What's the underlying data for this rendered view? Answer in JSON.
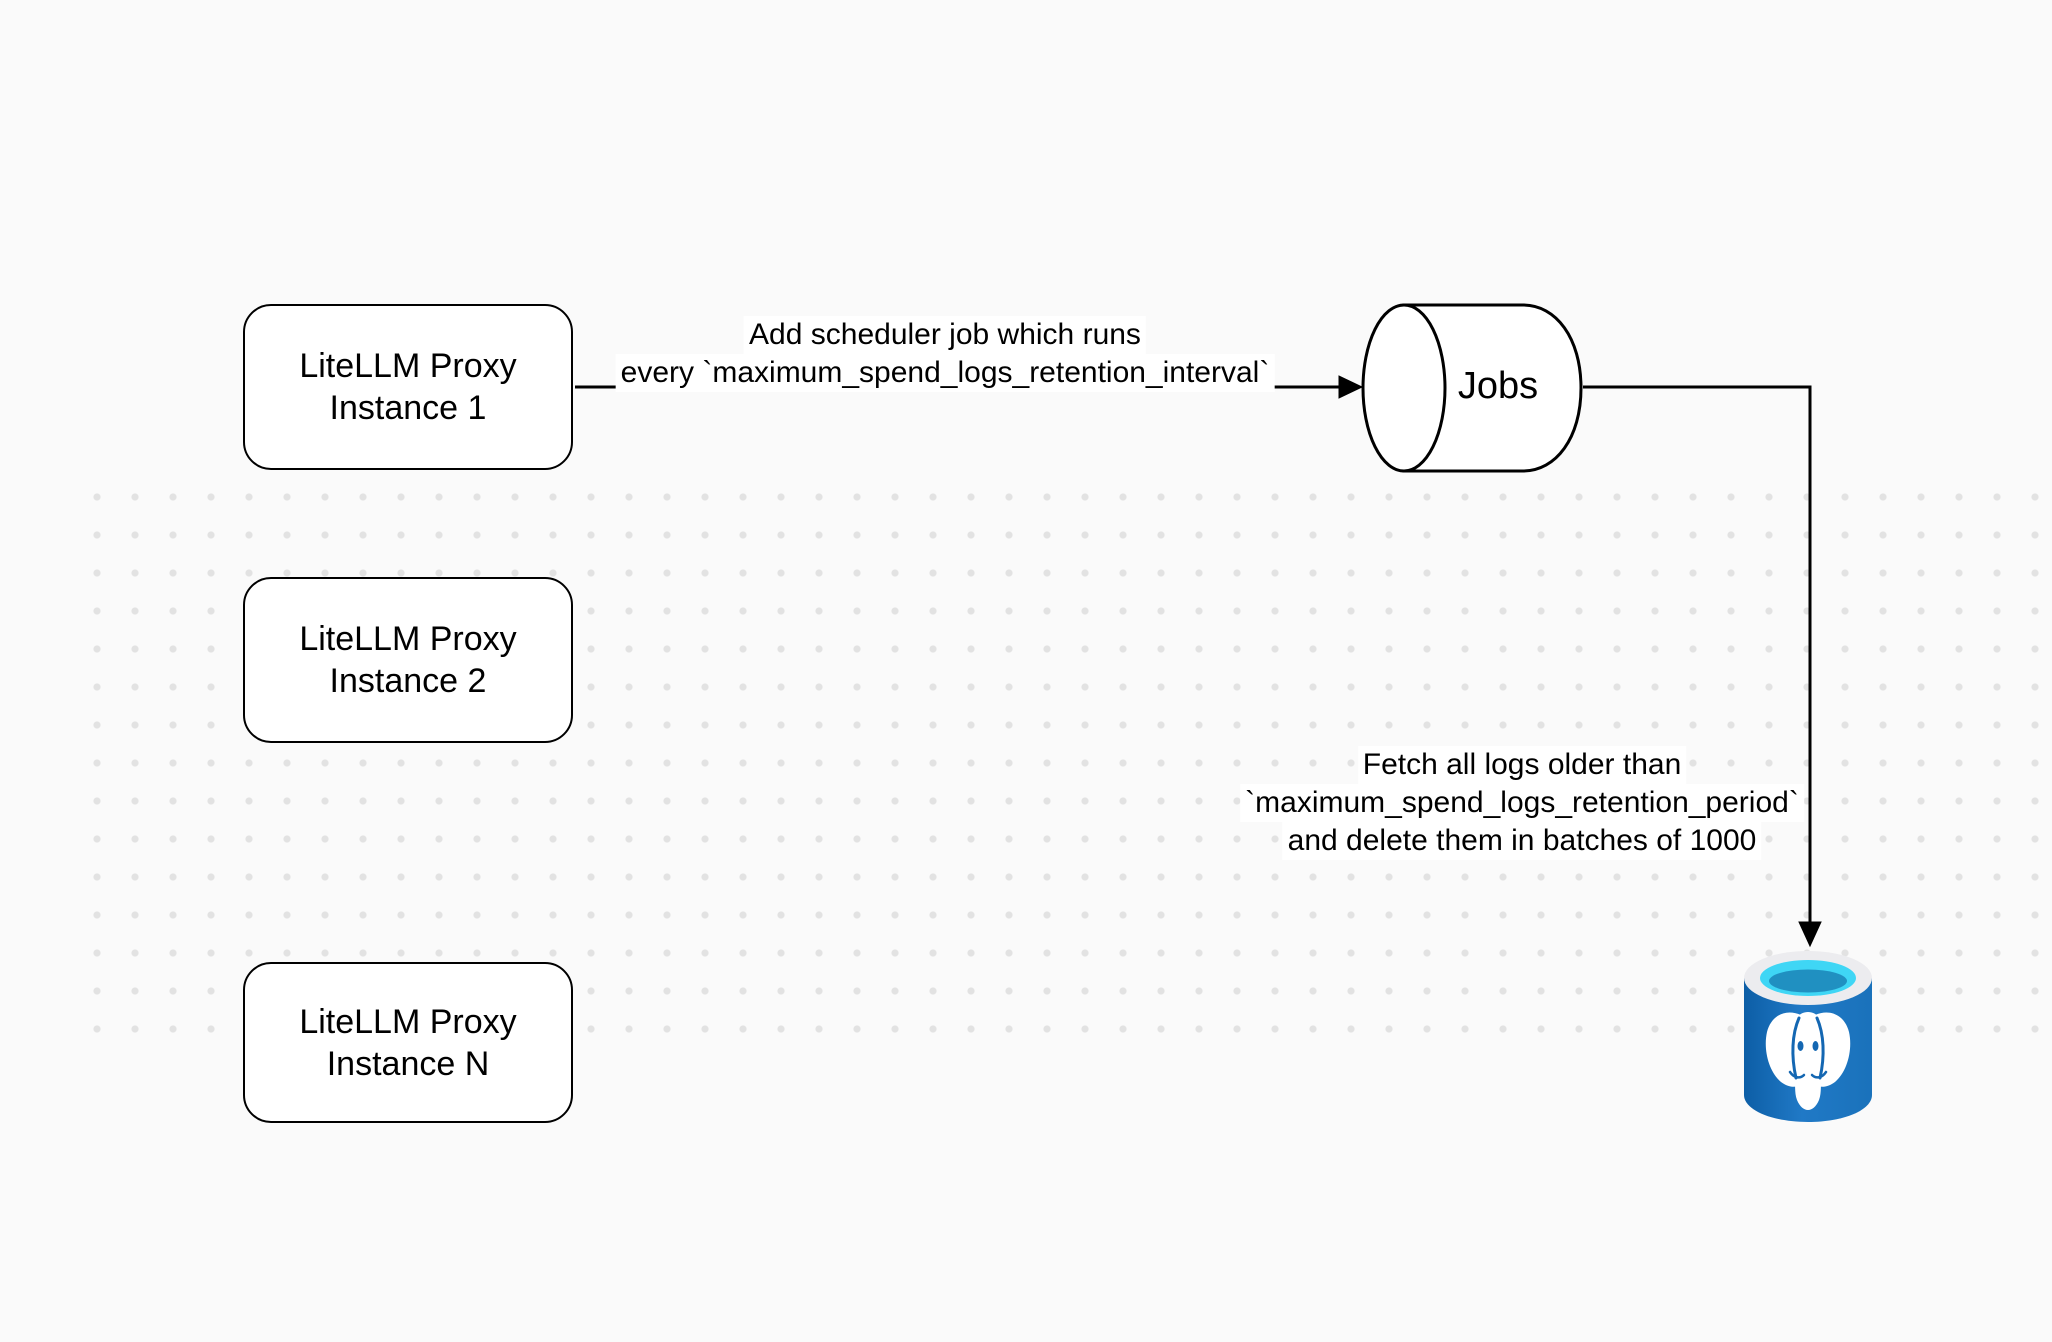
{
  "background": {
    "color": "#fafafa",
    "dot_color": "#e2e2e2"
  },
  "nodes": {
    "proxy1": {
      "line1": "LiteLLM Proxy",
      "line2": "Instance 1"
    },
    "proxy2": {
      "line1": "LiteLLM Proxy",
      "line2": "Instance 2"
    },
    "proxyN": {
      "line1": "LiteLLM Proxy",
      "line2": "Instance N"
    },
    "jobs": {
      "label": "Jobs"
    },
    "database": {
      "icon": "postgresql-elephant-database"
    }
  },
  "edge_labels": {
    "scheduler": {
      "line1": "Add scheduler job which runs",
      "line2": "every `maximum_spend_logs_retention_interval`"
    },
    "cleanup": {
      "line1": "Fetch all logs older than",
      "line2": "`maximum_spend_logs_retention_period`",
      "line3": "and delete them in batches of 1000"
    }
  },
  "colors": {
    "bg": "#fafafa",
    "dot": "#e2e2e2",
    "node_fill": "#ffffff",
    "stroke": "#000000",
    "pg_body": "#1a72bb",
    "pg_body_dark": "#0d5ea6",
    "pg_body_light": "#2079c6",
    "pg_rim": "#ececef",
    "pg_water": "#3fd6f5",
    "pg_water_deep": "#2090c1",
    "pg_detail": "#1467b2"
  }
}
